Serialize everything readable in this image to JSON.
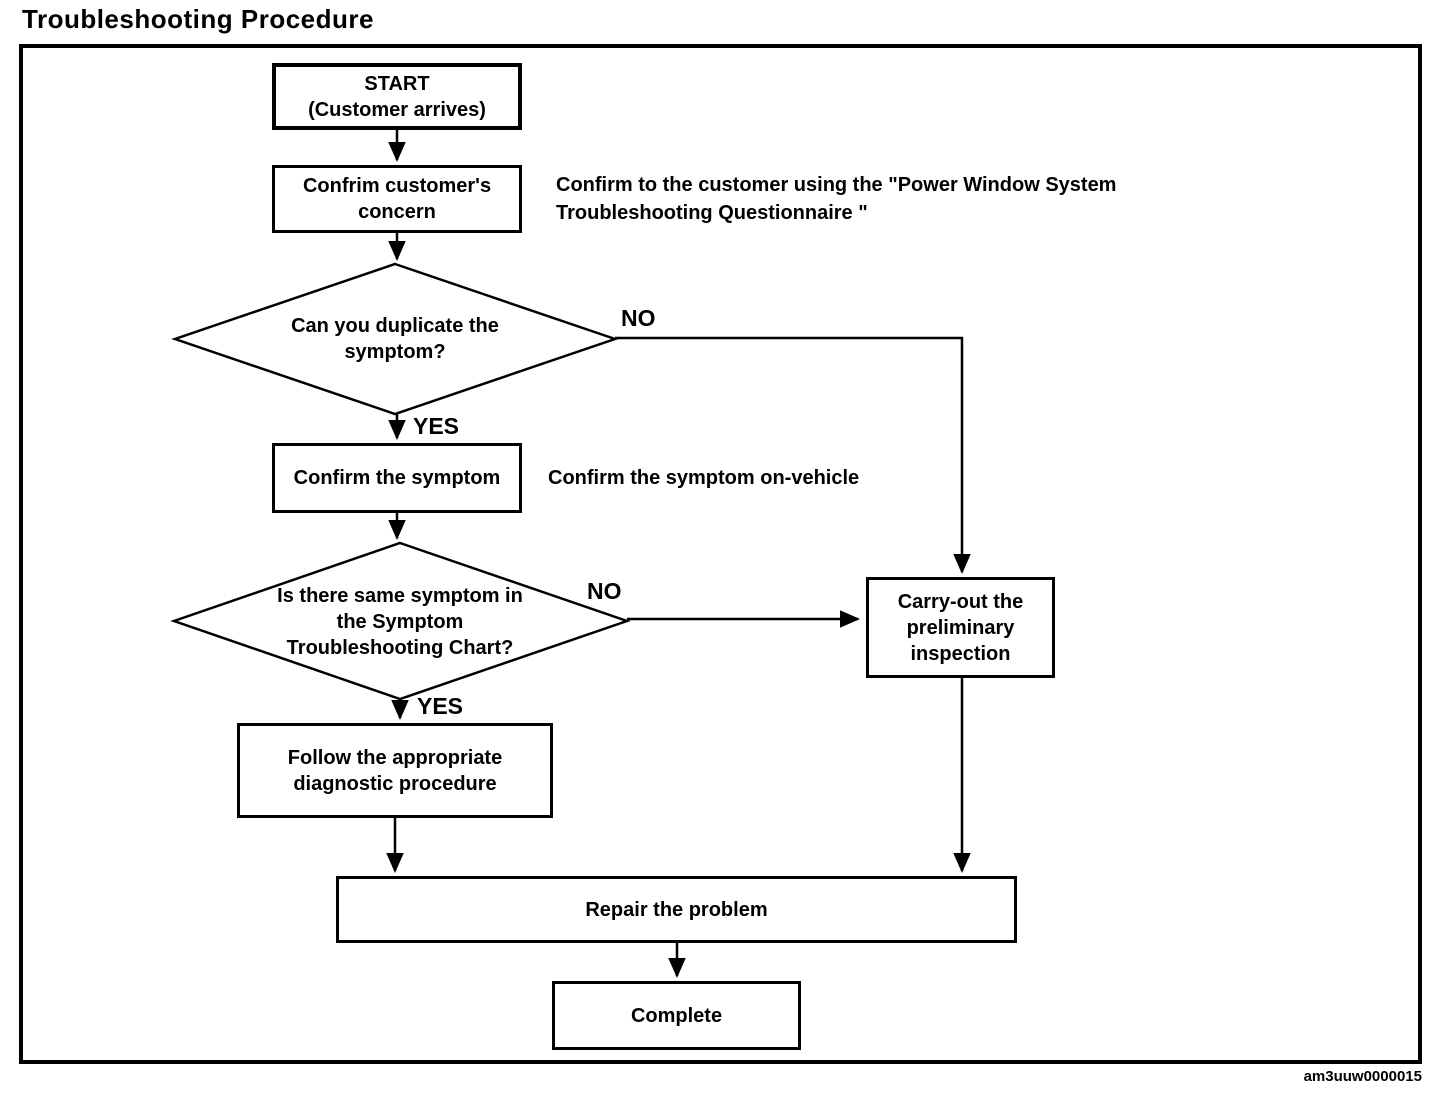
{
  "page": {
    "title": "Troubleshooting Procedure",
    "watermark": "am3uuw0000015",
    "colors": {
      "ink": "#000000",
      "paper": "#ffffff"
    }
  },
  "flowchart": {
    "nodes": {
      "start": {
        "label": "START\n(Customer arrives)"
      },
      "confirm_concern": {
        "label": "Confrim customer's concern"
      },
      "duplicate_symptom_decision": {
        "label": "Can you duplicate the symptom?"
      },
      "confirm_symptom": {
        "label": "Confirm the symptom"
      },
      "same_symptom_decision": {
        "label": "Is there same symptom in the Symptom Troubleshooting Chart?"
      },
      "carry_out_inspection": {
        "label": "Carry-out the preliminary inspection"
      },
      "follow_procedure": {
        "label": "Follow the appropriate diagnostic procedure"
      },
      "repair": {
        "label": "Repair the problem"
      },
      "complete": {
        "label": "Complete"
      }
    },
    "branch_labels": {
      "duplicate_no": "NO",
      "duplicate_yes": "YES",
      "same_symptom_no": "NO",
      "same_symptom_yes": "YES"
    },
    "notes": {
      "questionnaire": "Confirm to the customer using the \"Power Window System\nTroubleshooting Questionnaire \"",
      "on_vehicle": "Confirm the symptom on-vehicle"
    }
  }
}
